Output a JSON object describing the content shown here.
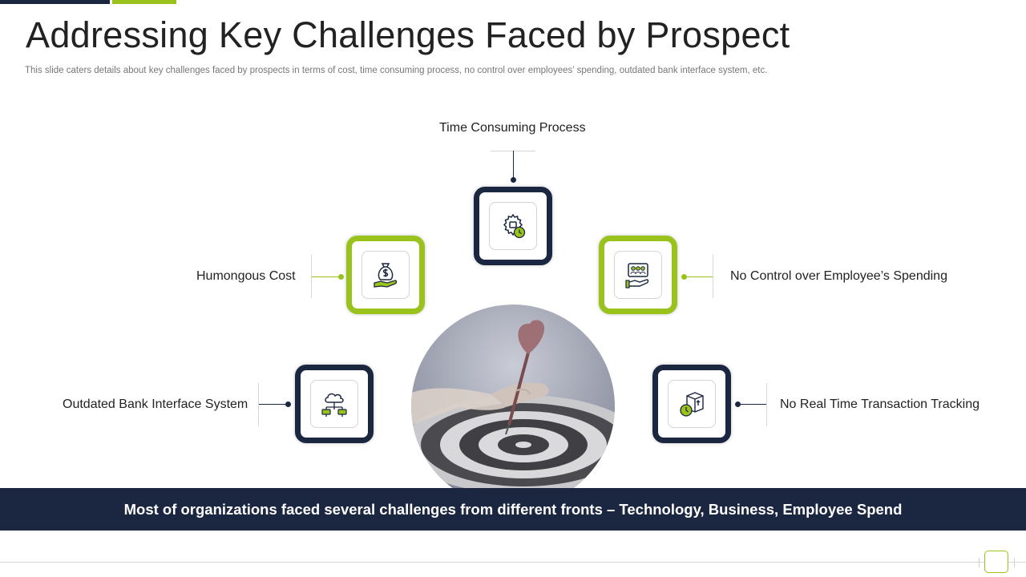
{
  "slide": {
    "title": "Addressing Key Challenges Faced by Prospect",
    "subtitle": "This slide caters details about key challenges faced by prospects in terms of cost, time consuming process, no control over  employees’ spending, outdated bank interface system, etc.",
    "banner": "Most of organizations faced several challenges from different fronts – Technology, Business, Employee Spend"
  },
  "challenges": [
    {
      "label": "Time Consuming Process",
      "icon": "gear-clock-icon"
    },
    {
      "label": "Humongous Cost",
      "icon": "money-bag-hand-icon"
    },
    {
      "label": "No Control over Employee’s Spending",
      "icon": "employees-hand-icon"
    },
    {
      "label": "Outdated Bank Interface  System",
      "icon": "cloud-network-icon"
    },
    {
      "label": "No Real Time Transaction  Tracking",
      "icon": "package-tracking-icon"
    }
  ],
  "colors": {
    "navy": "#1b2640",
    "green": "#99c31c"
  }
}
